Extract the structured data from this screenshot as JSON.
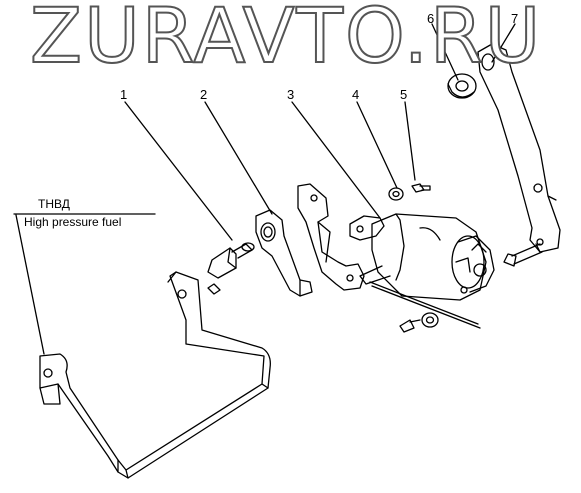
{
  "watermark": "ZURAVTO.RU",
  "label": {
    "line1": "ТНВД",
    "line2": "High pressure fuel"
  },
  "callouts": [
    "1",
    "2",
    "3",
    "4",
    "5",
    "6",
    "7"
  ]
}
